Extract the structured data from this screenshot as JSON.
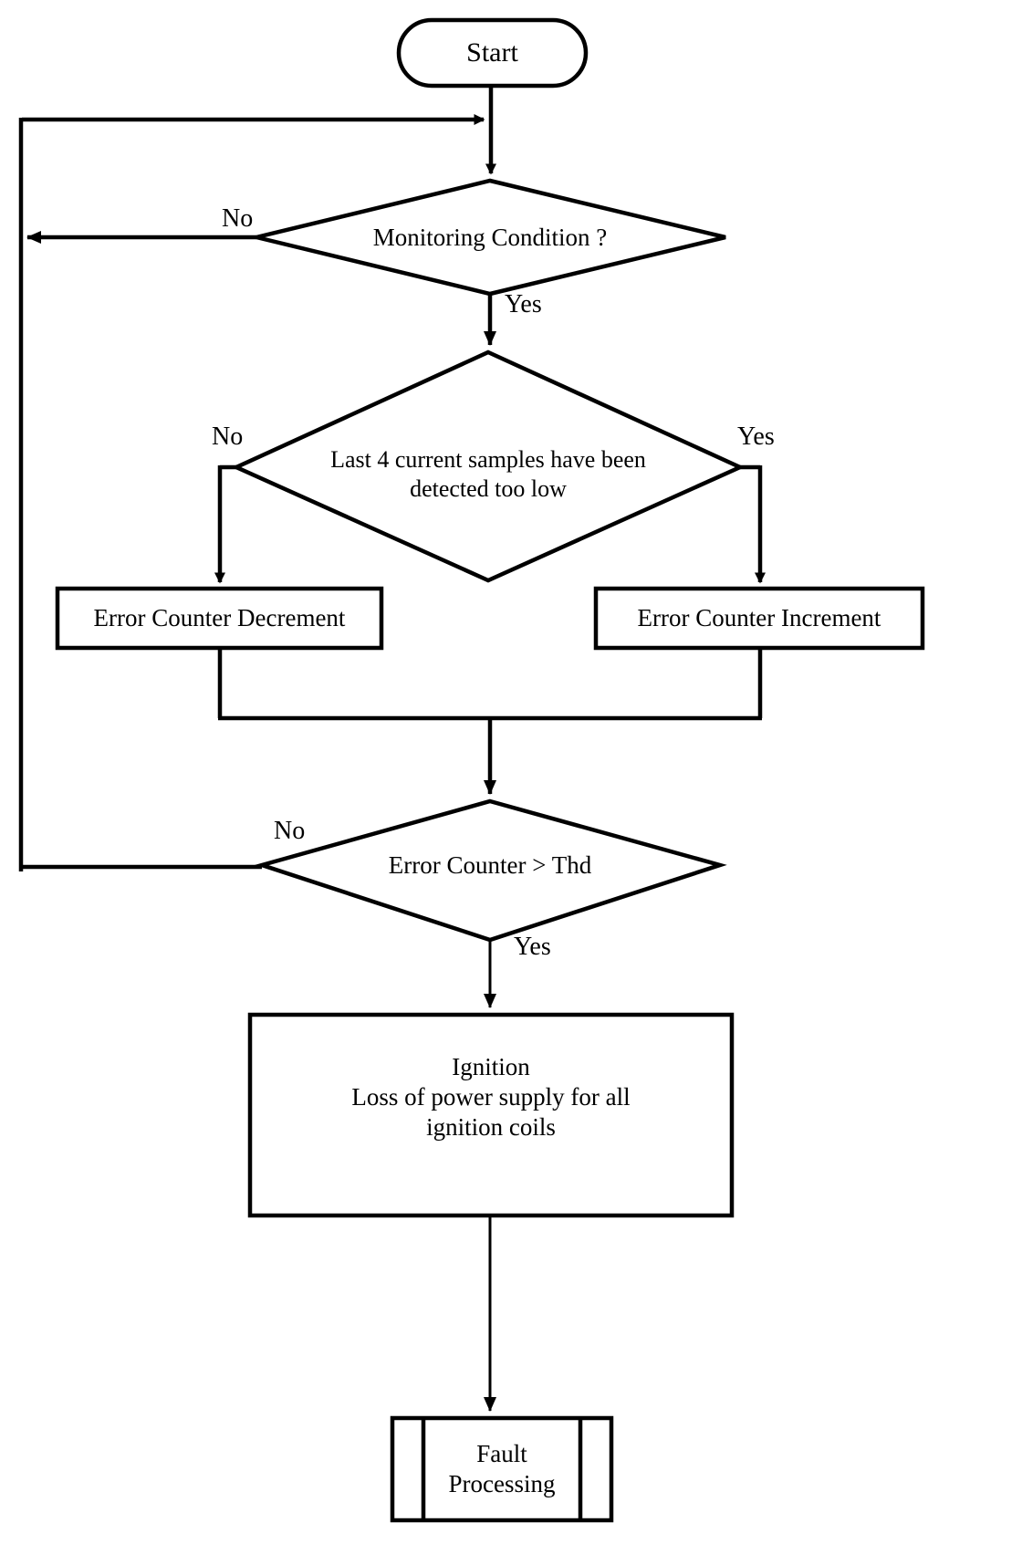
{
  "diagram": {
    "title": "Ignition current monitoring fault detection flowchart",
    "type": "flowchart",
    "background_color": "#ffffff",
    "line_color": "#000000",
    "text_color": "#000000"
  },
  "nodes": {
    "start": {
      "label": "Start",
      "shape": "terminator",
      "font_size": "30px"
    },
    "decision_monitoring": {
      "label": "Monitoring Condition ?",
      "shape": "decision",
      "font_size": "27px"
    },
    "decision_samples": {
      "label": "Last 4 current samples have been\ndetected too low",
      "shape": "decision",
      "font_size": "26px"
    },
    "process_decrement": {
      "label": "Error Counter Decrement",
      "shape": "process",
      "font_size": "27px"
    },
    "process_increment": {
      "label": "Error Counter Increment",
      "shape": "process",
      "font_size": "27px"
    },
    "decision_threshold": {
      "label": "Error Counter >  Thd",
      "shape": "decision",
      "font_size": "27px"
    },
    "process_ignition": {
      "label": "Ignition\nLoss of power supply for all\nignition coils",
      "shape": "process",
      "font_size": "27px"
    },
    "process_fault": {
      "label": "Fault\nProcessing",
      "shape": "predefined-process",
      "font_size": "27px"
    }
  },
  "edge_labels": {
    "monitoring_no": "No",
    "monitoring_yes": "Yes",
    "samples_no": "No",
    "samples_yes": "Yes",
    "threshold_no": "No",
    "threshold_yes": "Yes"
  }
}
